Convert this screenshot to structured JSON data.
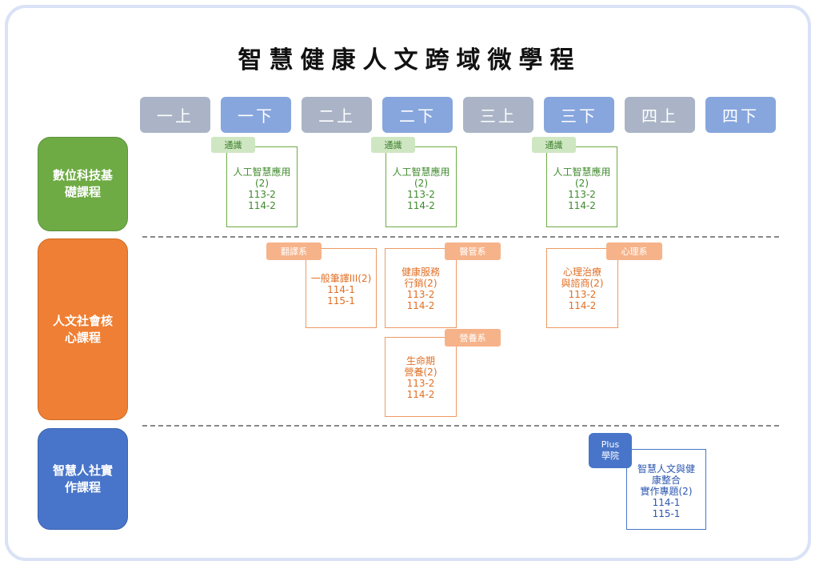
{
  "title": "智慧健康人文跨域微學程",
  "semesters": [
    "一上",
    "一下",
    "二上",
    "二下",
    "三上",
    "三下",
    "四上",
    "四下"
  ],
  "categories": [
    {
      "line1": "數位科技基",
      "line2": "礎課程"
    },
    {
      "line1": "人文社會核",
      "line2": "心課程"
    },
    {
      "line1": "智慧人社實",
      "line2": "作課程"
    }
  ],
  "tags": {
    "general": "通識",
    "translation": "翻譯系",
    "medical_mgmt": "醫管系",
    "nutrition": "營養系",
    "psychology": "心理系",
    "plus_line1": "Plus",
    "plus_line2": "學院"
  },
  "courses": {
    "ai1": {
      "lines": [
        "人工智慧應用",
        "(2)",
        "113-2",
        "114-2"
      ]
    },
    "ai2": {
      "lines": [
        "人工智慧應用",
        "(2)",
        "113-2",
        "114-2"
      ]
    },
    "ai3": {
      "lines": [
        "人工智慧應用",
        "(2)",
        "113-2",
        "114-2"
      ]
    },
    "translation": {
      "lines": [
        "一般筆譯III(2)",
        "114-1",
        "115-1"
      ]
    },
    "health": {
      "lines": [
        "健康服務",
        "行銷(2)",
        "113-2",
        "114-2"
      ]
    },
    "nutrition": {
      "lines": [
        "生命期",
        "營養(2)",
        "113-2",
        "114-2"
      ]
    },
    "psych": {
      "lines": [
        "心理治療",
        "與諮商(2)",
        "113-2",
        "114-2"
      ]
    },
    "practice": {
      "lines": [
        "智慧人文與健",
        "康整合",
        "實作專題(2)",
        "114-1",
        "115-1"
      ]
    }
  }
}
